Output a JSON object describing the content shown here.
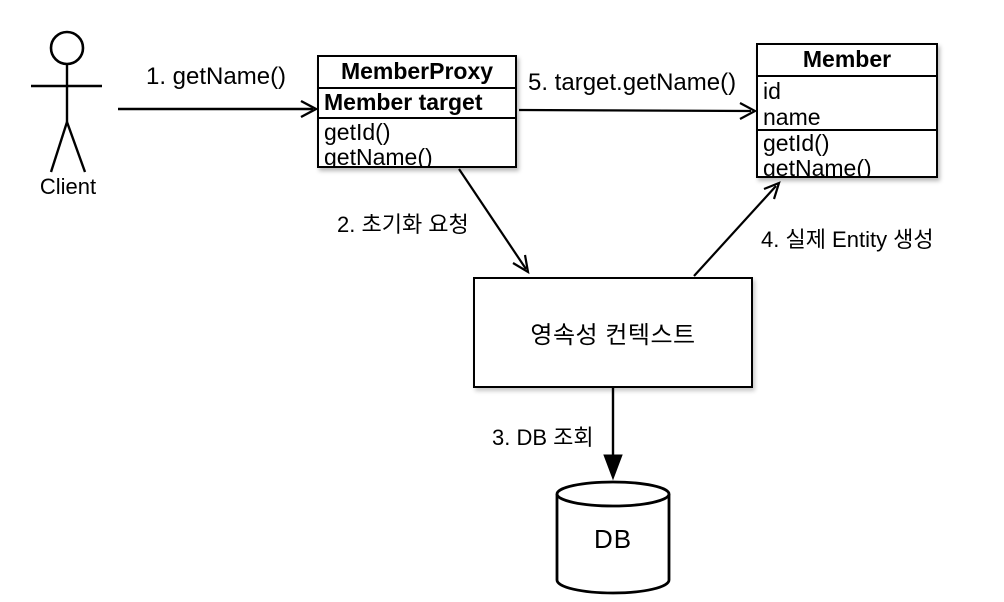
{
  "diagram": {
    "actor": {
      "label": "Client"
    },
    "classes": {
      "member_proxy": {
        "name": "MemberProxy",
        "fields": [
          "Member target"
        ],
        "methods": [
          "getId()",
          "getName()"
        ]
      },
      "member": {
        "name": "Member",
        "fields": [
          "id",
          "name"
        ],
        "methods": [
          "getId()",
          "getName()"
        ]
      }
    },
    "persistence_context": {
      "label": "영속성 컨텍스트"
    },
    "database": {
      "label": "DB"
    },
    "labels": {
      "step1": "1. getName()",
      "step2": "2. 초기화 요청",
      "step3": "3. DB 조회",
      "step4": "4. 실제 Entity 생성",
      "step5": "5. target.getName()"
    },
    "colors": {
      "stroke": "#000000",
      "background": "#ffffff"
    }
  }
}
